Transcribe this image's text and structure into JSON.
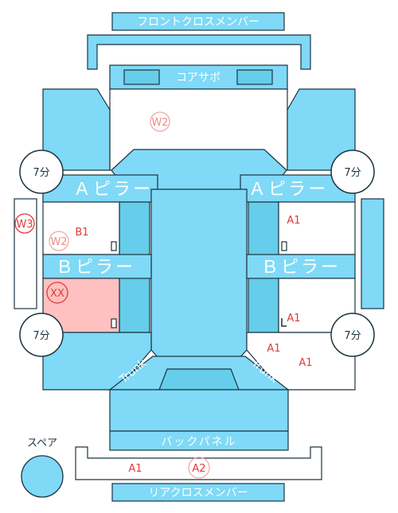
{
  "parts": {
    "front_cross_member": "フロントクロスメンバー",
    "core_support": "コアサポ",
    "a_pillar_left": "Ａピラー",
    "a_pillar_right": "Ａピラー",
    "b_pillar_left": "Ｂピラー",
    "b_pillar_right": "Ｂピラー",
    "back_panel": "バックパネル",
    "rear_cross_member": "リアクロスメンバー",
    "spare_label": "スペア",
    "trunk_left": "Trunk",
    "trunk_right": "Trunk"
  },
  "badges": {
    "front_left": "7分",
    "front_right": "7分",
    "rear_left": "7分",
    "rear_right": "7分"
  },
  "codes": {
    "w2_top": "W2",
    "w3_left": "W3",
    "w2_left": "W2",
    "b1_left": "B1",
    "xx_left": "XX",
    "a1_right_upper": "A1",
    "a1_right_lower": "A1",
    "a1_right_quarter_1": "A1",
    "a1_right_quarter_2": "A1",
    "a1_rear": "A1",
    "a2_rear": "A2"
  },
  "colors": {
    "part": "#7fd9f7",
    "part_dark": "#66cdea",
    "damage_fill": "#ffc0c0",
    "code_red": "#e03a3a"
  }
}
